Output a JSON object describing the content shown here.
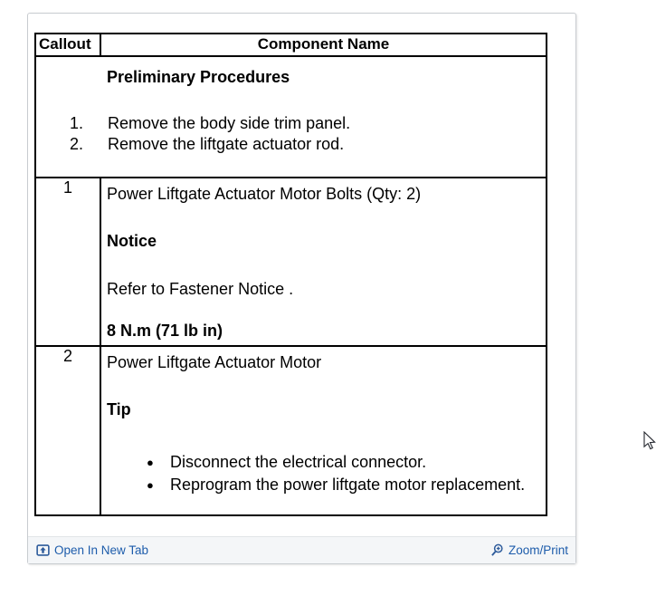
{
  "table": {
    "headers": {
      "callout": "Callout",
      "component": "Component Name"
    },
    "preliminary": {
      "title": "Preliminary Procedures",
      "steps": [
        {
          "num": "1.",
          "text": "Remove the body side trim panel."
        },
        {
          "num": "2.",
          "text": "Remove the liftgate actuator rod."
        }
      ]
    },
    "rows": [
      {
        "callout": "1",
        "name": "Power Liftgate Actuator Motor Bolts (Qty: 2)",
        "note_label": "Notice",
        "note_text": "Refer to Fastener Notice .",
        "torque": "8 N.m (71 lb in)"
      },
      {
        "callout": "2",
        "name": "Power Liftgate Actuator Motor",
        "tip_label": "Tip",
        "bullets": [
          "Disconnect the electrical connector.",
          "Reprogram the power liftgate motor replacement."
        ]
      }
    ]
  },
  "footer": {
    "open_in_new_tab": "Open In New Tab",
    "zoom_print": "Zoom/Print"
  },
  "colors": {
    "link_text": "#1d5cab",
    "link_icon": "#2d5b9b",
    "table_border": "#000000",
    "footer_bg": "#f4f6f8",
    "panel_border": "#c8ccd0"
  }
}
